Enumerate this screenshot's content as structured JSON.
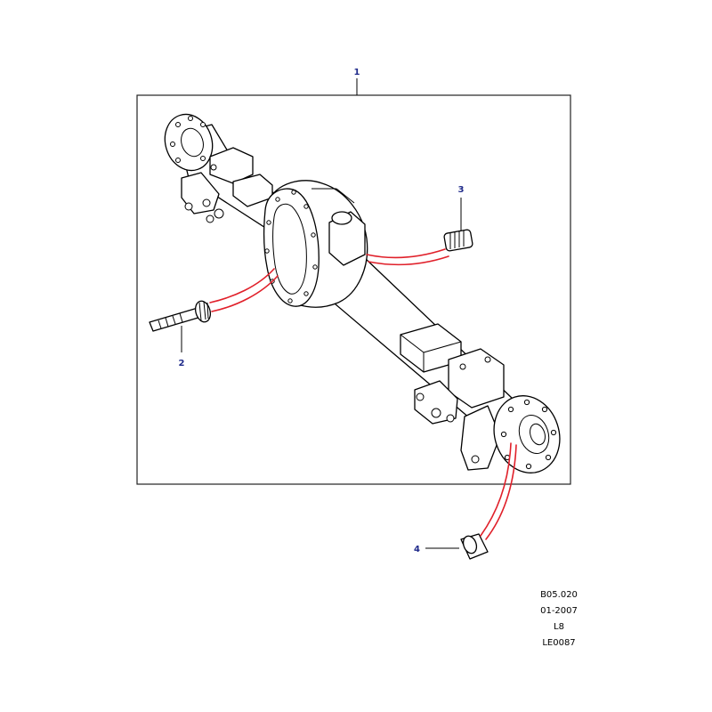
{
  "colors": {
    "callout_text": "#1f2a8a",
    "leader_red": "#e0202a",
    "line": "#000000",
    "frame": "#222222",
    "sheet_bg": "#ffffff"
  },
  "callouts": [
    {
      "id": "1",
      "label": "1"
    },
    {
      "id": "2",
      "label": "2"
    },
    {
      "id": "3",
      "label": "3"
    },
    {
      "id": "4",
      "label": "4"
    }
  ],
  "reference": {
    "code": "B05.020",
    "date": "01-2007",
    "model": "L8",
    "drawing": "LE0087"
  }
}
